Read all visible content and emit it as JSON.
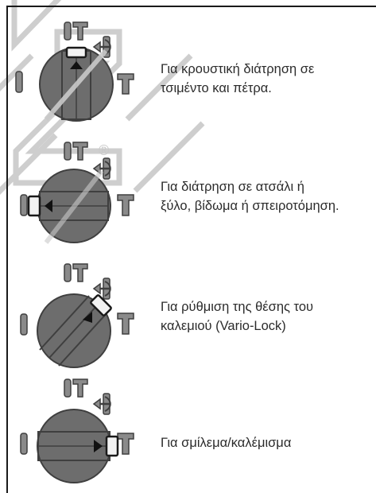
{
  "modes": [
    {
      "id": "hammer-drilling",
      "icon": "hammer-drill-mode-icon",
      "caption": [
        "Για κρουστική διάτρηση σε",
        "τσιμέντο και πέτρα."
      ],
      "selected": "hammer"
    },
    {
      "id": "drilling",
      "icon": "drill-mode-icon",
      "caption": [
        "Για διάτρηση σε ατσάλι ή",
        "ξύλο, βίδωμα ή σπειροτόμηση."
      ],
      "selected": "drill",
      "watermark_symbol": "®"
    },
    {
      "id": "vario-lock",
      "icon": "vario-lock-icon",
      "caption": [
        "Για ρύθμιση της θέσης του",
        "καλεμιού (Vario-Lock)"
      ],
      "selected": "vario-lock"
    },
    {
      "id": "chiselling",
      "icon": "chisel-mode-icon",
      "caption": [
        "Για σμίλεμα/καλέμισμα"
      ],
      "selected": "chisel"
    }
  ],
  "colors": {
    "dial_fill": "#6d6d6d",
    "dial_stroke": "#3f3f3f",
    "icon_fill": "#8a8a8a",
    "text": "#2b2b2b",
    "watermark": "#c9c9c9"
  }
}
